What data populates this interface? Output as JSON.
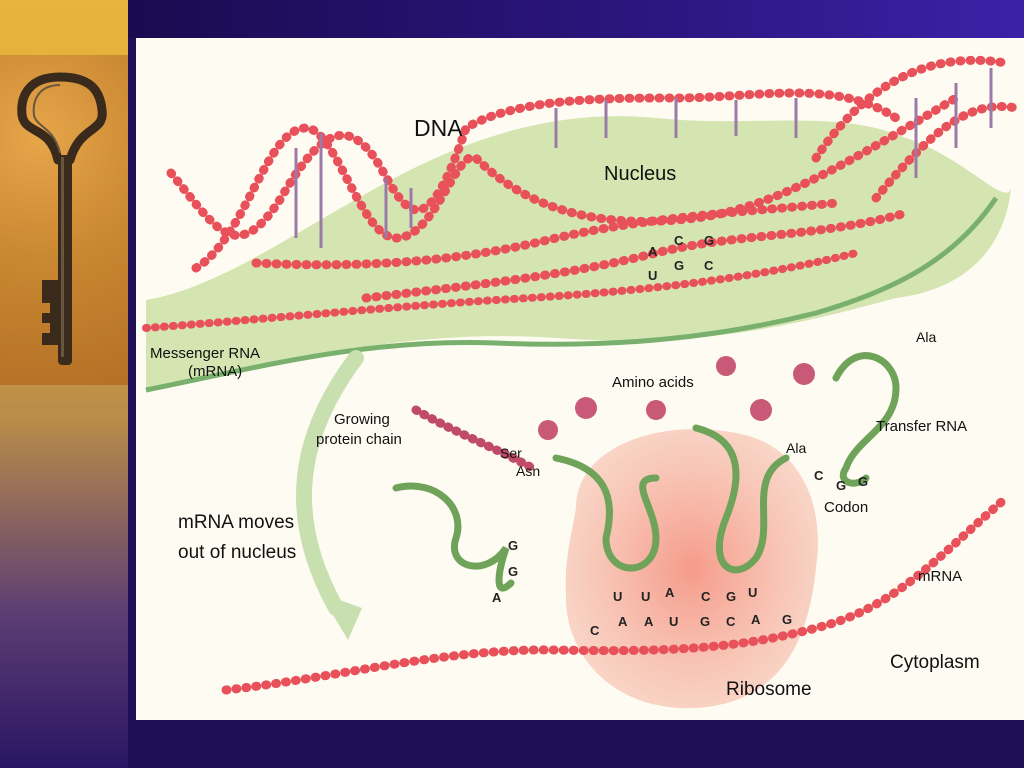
{
  "labels": {
    "dna": "DNA",
    "nucleus": "Nucleus",
    "messenger_rna": "Messenger RNA",
    "mrna_paren": "(mRNA)",
    "amino_acids": "Amino acids",
    "growing": "Growing",
    "protein_chain": "protein chain",
    "transfer_rna": "Transfer RNA",
    "ala_top": "Ala",
    "ala_mid": "Ala",
    "ser": "Ser",
    "asn": "Asn",
    "codon": "Codon",
    "mrna_moves_1": "mRNA moves",
    "mrna_moves_2": "out of nucleus",
    "mrna_right": "mRNA",
    "cytoplasm": "Cytoplasm",
    "ribosome": "Ribosome"
  },
  "bases": {
    "nucleus_top": [
      "A",
      "C",
      "G"
    ],
    "nucleus_bottom": [
      "U",
      "G",
      "C"
    ],
    "trna_left": [
      "G",
      "G",
      "A"
    ],
    "codon_trna": [
      "C",
      "G",
      "G"
    ],
    "anticodon_1": [
      "U",
      "U",
      "A"
    ],
    "anticodon_2": [
      "C",
      "G",
      "U"
    ],
    "ribosome_mrna": [
      "C",
      "A",
      "A",
      "U",
      "G",
      "C",
      "A",
      "G"
    ]
  },
  "colors": {
    "sidebar_gold": "#e8b43b",
    "frame_purple": "#1f0f57",
    "dna_red": "#e8505a",
    "nucleus_green": "#c8dca0",
    "trna_green": "#6fa35a",
    "ribosome_pink": "#f1a08c"
  },
  "icons": {
    "key": "antique-key-icon"
  }
}
